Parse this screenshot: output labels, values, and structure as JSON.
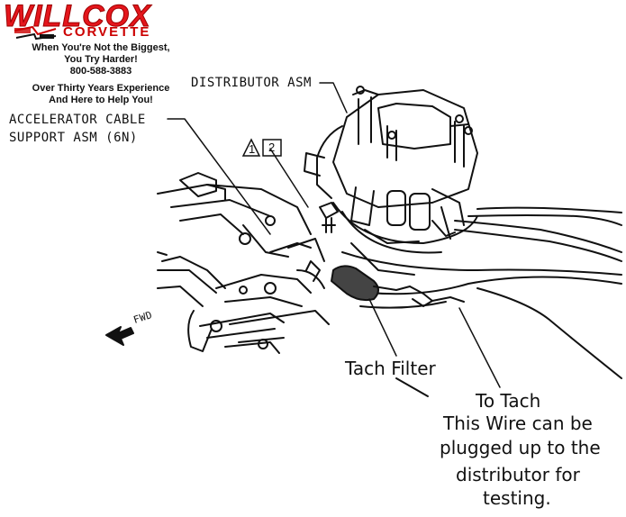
{
  "header": {
    "brand": "WILLCOX",
    "sub_brand": "CORVETTE",
    "tagline_line1": "When You're Not the Biggest,",
    "tagline_line2": "You Try Harder!",
    "phone": "800-588-3883",
    "experience_line1": "Over Thirty Years Experience",
    "experience_line2": "And Here to Help You!"
  },
  "callouts": {
    "distributor": "DISTRIBUTOR ASM",
    "accel_line1": "ACCELERATOR CABLE",
    "accel_line2": "SUPPORT ASM (6N)",
    "ref_1": "1",
    "ref_2": "2",
    "fwd": "FWD"
  },
  "annotations": {
    "tach_filter": "Tach Filter",
    "to_tach": "To Tach",
    "note_line1": "This Wire can be",
    "note_line2": "plugged up to the",
    "note_line3": "distributor for",
    "note_line4": "testing."
  },
  "colors": {
    "brand_red": "#e4161c",
    "ink": "#111111"
  }
}
